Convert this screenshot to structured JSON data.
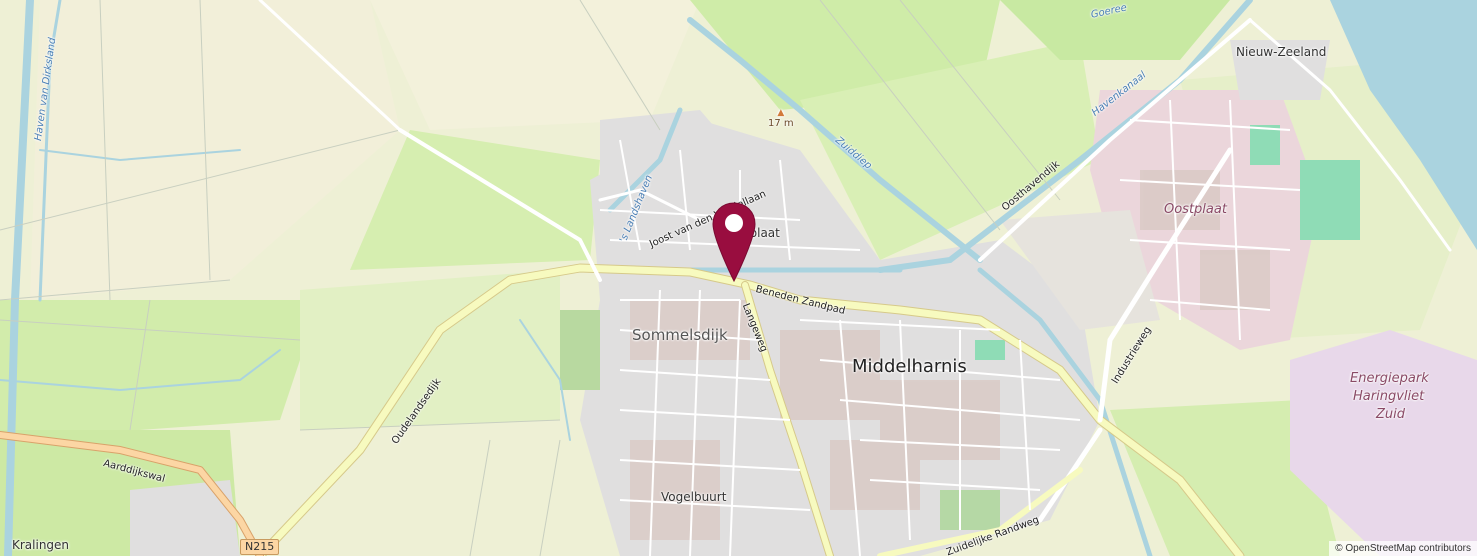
{
  "map": {
    "labels": {
      "middelharnis": "Middelharnis",
      "sommelsdijk": "Sommelsdijk",
      "vogelbuurt": "Vogelbuurt",
      "westplaat": "Westplaat",
      "nieuw_zeeland": "Nieuw-Zeeland",
      "oostplaat": "Oostplaat",
      "energiepark_1": "Energiepark",
      "energiepark_2": "Haringvliet",
      "energiepark_3": "Zuid",
      "kralingen": "Kralingen",
      "havenkanaal": "Havenkanaal",
      "zuiddiep": "Zuiddiep",
      "landshaven": "'s Landshaven",
      "haven_dirksland": "Haven van Dirksland",
      "goeree": "Goeree",
      "peak": "17 m",
      "beneden_zandpad": "Beneden Zandpad",
      "langeweg": "Langeweg",
      "oudelandsedijk": "Oudelandsedijk",
      "aarddijkswal": "Aarddijkswal",
      "oosthavendijk": "Oosthavendijk",
      "industrieweg": "Industrieweg",
      "zuidelijke_randweg": "Zuidelijke Randweg",
      "joost": "Joost van den Vondellaan",
      "road_ref": "N215"
    },
    "attribution": "© OpenStreetMap contributors",
    "marker_color": "#990d3f"
  }
}
